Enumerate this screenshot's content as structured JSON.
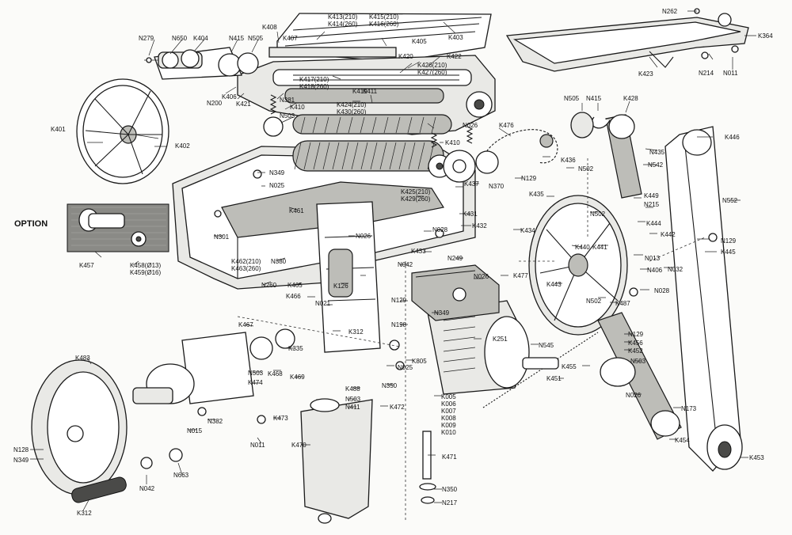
{
  "diagram": {
    "option_title": "OPTION",
    "labels": [
      {
        "id": "N262",
        "text": "N262"
      },
      {
        "id": "K364",
        "text": "K364"
      },
      {
        "id": "K403",
        "text": "K403"
      },
      {
        "id": "K413",
        "text": "K413(210)\nK414(260)"
      },
      {
        "id": "K415",
        "text": "K415(210)\nK416(260)"
      },
      {
        "id": "K405",
        "text": "K405"
      },
      {
        "id": "K408",
        "text": "K408"
      },
      {
        "id": "K407",
        "text": "K407"
      },
      {
        "id": "N279",
        "text": "N279"
      },
      {
        "id": "N650",
        "text": "N650"
      },
      {
        "id": "K404",
        "text": "K404"
      },
      {
        "id": "N415a",
        "text": "N415"
      },
      {
        "id": "N505a",
        "text": "N505"
      },
      {
        "id": "K420",
        "text": "K420"
      },
      {
        "id": "K422",
        "text": "K422"
      },
      {
        "id": "K426",
        "text": "K426(210)\nK427(260)"
      },
      {
        "id": "K417",
        "text": "K417(210)\nK418(260)"
      },
      {
        "id": "K406",
        "text": "K406"
      },
      {
        "id": "N200",
        "text": "N200"
      },
      {
        "id": "K421",
        "text": "K421"
      },
      {
        "id": "N381",
        "text": "N381"
      },
      {
        "id": "K410a",
        "text": "K410"
      },
      {
        "id": "K424",
        "text": "K424(210)\nK430(260)"
      },
      {
        "id": "K419",
        "text": "K419"
      },
      {
        "id": "K411",
        "text": "K411"
      },
      {
        "id": "N503a",
        "text": "N503"
      },
      {
        "id": "K423",
        "text": "K423"
      },
      {
        "id": "N214",
        "text": "N214"
      },
      {
        "id": "N011a",
        "text": "N011"
      },
      {
        "id": "N505b",
        "text": "N505"
      },
      {
        "id": "N415b",
        "text": "N415"
      },
      {
        "id": "K428",
        "text": "K428"
      },
      {
        "id": "K446",
        "text": "K446"
      },
      {
        "id": "N026a",
        "text": "N026"
      },
      {
        "id": "K476",
        "text": "K476"
      },
      {
        "id": "K410b",
        "text": "K410"
      },
      {
        "id": "N435",
        "text": "N435"
      },
      {
        "id": "N542",
        "text": "N542"
      },
      {
        "id": "K401",
        "text": "K401"
      },
      {
        "id": "K402",
        "text": "K402"
      },
      {
        "id": "N349a",
        "text": "N349"
      },
      {
        "id": "N025a",
        "text": "N025"
      },
      {
        "id": "K436",
        "text": "K436"
      },
      {
        "id": "N502a",
        "text": "N502"
      },
      {
        "id": "N129a",
        "text": "N129"
      },
      {
        "id": "K437",
        "text": "K437"
      },
      {
        "id": "N370",
        "text": "N370"
      },
      {
        "id": "K425",
        "text": "K425(210)\nK429(260)"
      },
      {
        "id": "K435",
        "text": "K435"
      },
      {
        "id": "K449",
        "text": "K449"
      },
      {
        "id": "N215",
        "text": "N215"
      },
      {
        "id": "N552",
        "text": "N552"
      },
      {
        "id": "K461",
        "text": "K461"
      },
      {
        "id": "N502b",
        "text": "N502"
      },
      {
        "id": "K431",
        "text": "K431"
      },
      {
        "id": "K444",
        "text": "K444"
      },
      {
        "id": "K432",
        "text": "K432"
      },
      {
        "id": "K434",
        "text": "K434"
      },
      {
        "id": "K442",
        "text": "K442"
      },
      {
        "id": "N129b",
        "text": "N129"
      },
      {
        "id": "K445",
        "text": "K445"
      },
      {
        "id": "N301",
        "text": "N301"
      },
      {
        "id": "N026b",
        "text": "N026"
      },
      {
        "id": "N028a",
        "text": "N028"
      },
      {
        "id": "K457",
        "text": "K457"
      },
      {
        "id": "K458",
        "text": "K458(Ø13)\nK459(Ø16)"
      },
      {
        "id": "K433",
        "text": "K433"
      },
      {
        "id": "K440",
        "text": "K440"
      },
      {
        "id": "K441",
        "text": "K441"
      },
      {
        "id": "N013",
        "text": "N013"
      },
      {
        "id": "N032",
        "text": "N032"
      },
      {
        "id": "K462",
        "text": "K462(210)\nK463(260)"
      },
      {
        "id": "N380",
        "text": "N380"
      },
      {
        "id": "N249",
        "text": "N249"
      },
      {
        "id": "N042a",
        "text": "N042"
      },
      {
        "id": "K477",
        "text": "K477"
      },
      {
        "id": "N406",
        "text": "N406"
      },
      {
        "id": "N260",
        "text": "N260"
      },
      {
        "id": "K465",
        "text": "K465"
      },
      {
        "id": "K126",
        "text": "K126"
      },
      {
        "id": "N026c",
        "text": "N026"
      },
      {
        "id": "K443",
        "text": "K443"
      },
      {
        "id": "N028b",
        "text": "N028"
      },
      {
        "id": "K466",
        "text": "K466"
      },
      {
        "id": "N021",
        "text": "N021"
      },
      {
        "id": "N129c",
        "text": "N129"
      },
      {
        "id": "N502c",
        "text": "N502"
      },
      {
        "id": "K487",
        "text": "K487"
      },
      {
        "id": "N349b",
        "text": "N349"
      },
      {
        "id": "K467",
        "text": "K467"
      },
      {
        "id": "N198",
        "text": "N198"
      },
      {
        "id": "K312a",
        "text": "K312"
      },
      {
        "id": "K335",
        "text": "K335"
      },
      {
        "id": "K251",
        "text": "K251"
      },
      {
        "id": "N545",
        "text": "N545"
      },
      {
        "id": "N129d",
        "text": "N129"
      },
      {
        "id": "K456",
        "text": "K456"
      },
      {
        "id": "K452",
        "text": "K452"
      },
      {
        "id": "K483",
        "text": "K483"
      },
      {
        "id": "N503b",
        "text": "N503"
      },
      {
        "id": "K468",
        "text": "K468"
      },
      {
        "id": "K469",
        "text": "K469"
      },
      {
        "id": "K474",
        "text": "K474"
      },
      {
        "id": "K805",
        "text": "K805"
      },
      {
        "id": "N025b",
        "text": "N025"
      },
      {
        "id": "K455",
        "text": "K455"
      },
      {
        "id": "N503c",
        "text": "N503"
      },
      {
        "id": "K451",
        "text": "K451"
      },
      {
        "id": "K488",
        "text": "K488"
      },
      {
        "id": "N350a",
        "text": "N350"
      },
      {
        "id": "N026d",
        "text": "N026"
      },
      {
        "id": "N503d",
        "text": "N503"
      },
      {
        "id": "N411",
        "text": "N411"
      },
      {
        "id": "K472",
        "text": "K472"
      },
      {
        "id": "K005",
        "text": "K005\nK006\nK007\nK008\nK009\nK010"
      },
      {
        "id": "N173",
        "text": "N173"
      },
      {
        "id": "N015",
        "text": "N015"
      },
      {
        "id": "N382",
        "text": "N382"
      },
      {
        "id": "K473",
        "text": "K473"
      },
      {
        "id": "N011b",
        "text": "N011"
      },
      {
        "id": "K470",
        "text": "K470"
      },
      {
        "id": "K454",
        "text": "K454"
      },
      {
        "id": "N128",
        "text": "N128"
      },
      {
        "id": "N349c",
        "text": "N349"
      },
      {
        "id": "N663",
        "text": "N663"
      },
      {
        "id": "K471",
        "text": "K471"
      },
      {
        "id": "K453",
        "text": "K453"
      },
      {
        "id": "N042b",
        "text": "N042"
      },
      {
        "id": "N350b",
        "text": "N350"
      },
      {
        "id": "K312b",
        "text": "K312"
      },
      {
        "id": "N217",
        "text": "N217"
      }
    ]
  }
}
